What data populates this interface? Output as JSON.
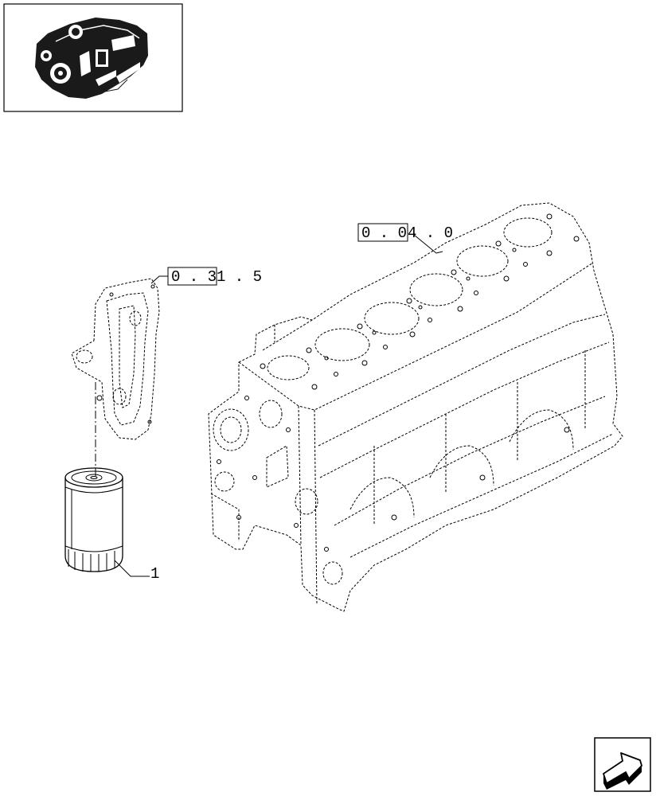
{
  "thumbnail": {
    "icon": "engine-thumbnail-icon"
  },
  "callouts": {
    "engine_block_ref": {
      "boxed": "0 . 0",
      "suffix": "4 . 0"
    },
    "oil_cooler_ref": {
      "boxed": "0 . 3",
      "suffix": "1 . 5"
    },
    "oil_filter_item": {
      "label": "1"
    }
  },
  "nav": {
    "next_icon": "next-page-arrow-icon"
  }
}
